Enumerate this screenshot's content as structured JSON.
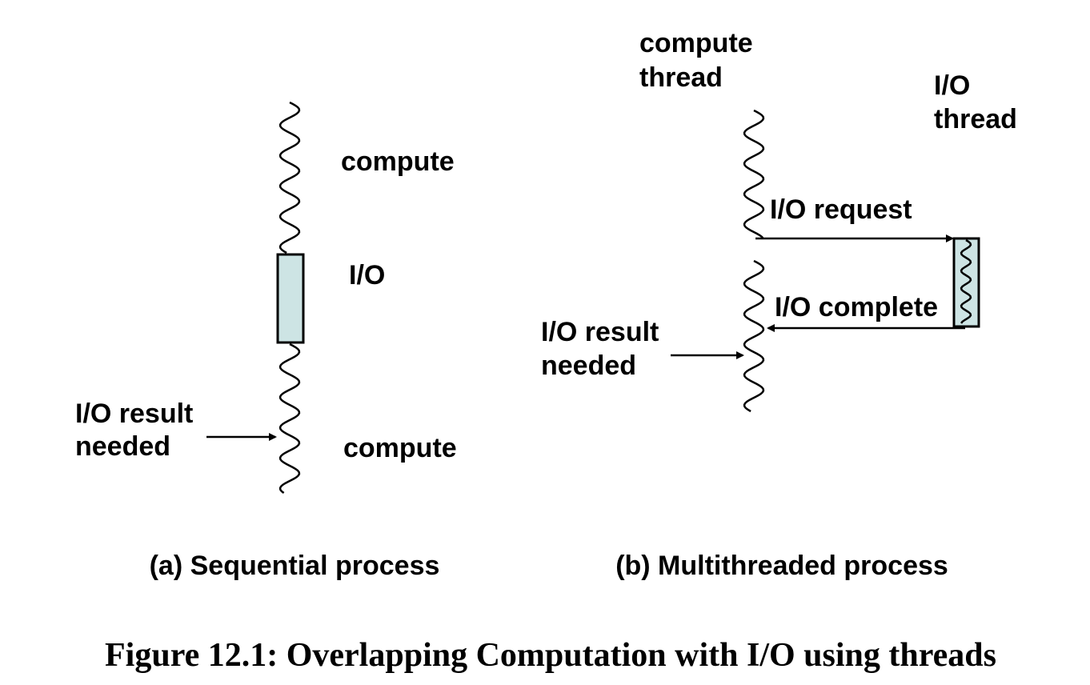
{
  "sequential": {
    "compute_top": "compute",
    "io": "I/O",
    "io_result_line1": "I/O result",
    "io_result_line2": "needed",
    "compute_bottom": "compute",
    "subtitle": "(a) Sequential process"
  },
  "multithreaded": {
    "compute_thread_line1": "compute",
    "compute_thread_line2": "thread",
    "io_thread_line1": "I/O",
    "io_thread_line2": "thread",
    "io_request": "I/O request",
    "io_complete": "I/O complete",
    "io_result_line1": "I/O result",
    "io_result_line2": "needed",
    "subtitle": "(b) Multithreaded process"
  },
  "caption": "Figure 12.1: Overlapping Computation with I/O using threads",
  "colors": {
    "io_box_fill": "#cde4e4",
    "line": "#000000"
  }
}
